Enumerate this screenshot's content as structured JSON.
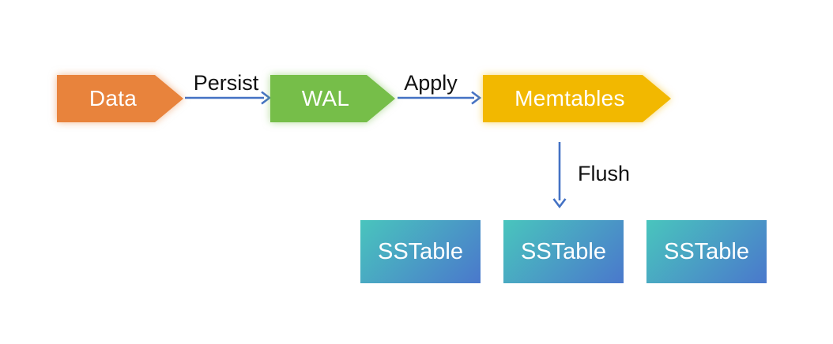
{
  "colors": {
    "background": "#FFFFFF",
    "arrow": "#4472C4",
    "node_data_fill": "#E8833C",
    "node_wal_fill": "#76BE49",
    "node_memtables_fill": "#F2B800",
    "sstable_gradient_start": "#49C5BD",
    "sstable_gradient_end": "#4A78CC",
    "node_text": "#FFFFFF",
    "edge_label_text": "#111111"
  },
  "nodes": {
    "data": {
      "label": "Data"
    },
    "wal": {
      "label": "WAL"
    },
    "memtables": {
      "label": "Memtables"
    }
  },
  "edges": {
    "persist": {
      "label": "Persist"
    },
    "apply": {
      "label": "Apply"
    },
    "flush": {
      "label": "Flush"
    }
  },
  "sstables": {
    "items": [
      {
        "label": "SSTable"
      },
      {
        "label": "SSTable"
      },
      {
        "label": "SSTable"
      }
    ]
  }
}
